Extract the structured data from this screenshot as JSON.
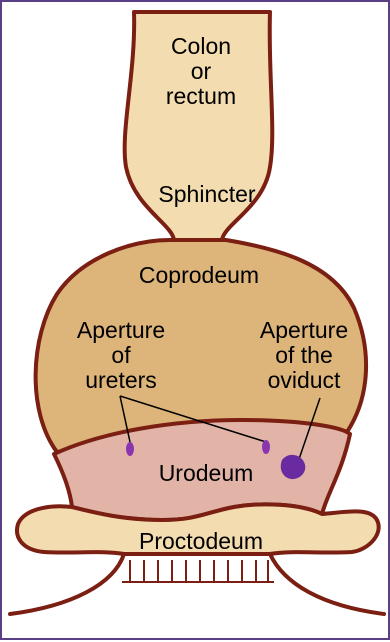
{
  "labels": {
    "colon": [
      "Colon",
      "or",
      "rectum"
    ],
    "sphincter": "Sphincter",
    "coprodeum": "Coprodeum",
    "ureters": [
      "Aperture",
      "of",
      "ureters"
    ],
    "oviduct": [
      "Aperture",
      "of the",
      "oviduct"
    ],
    "urodeum": "Urodeum",
    "proctodeum": "Proctodeum"
  },
  "colors": {
    "outline": "#7a1f12",
    "colon_fill": "#f2dcb0",
    "coprodeum_fill": "#ddb57a",
    "urodeum_fill": "#e2b4a8",
    "proctodeum_fill": "#f2dcb0",
    "aperture_fill": "#8a34b0",
    "frame": "#5b3f86"
  }
}
